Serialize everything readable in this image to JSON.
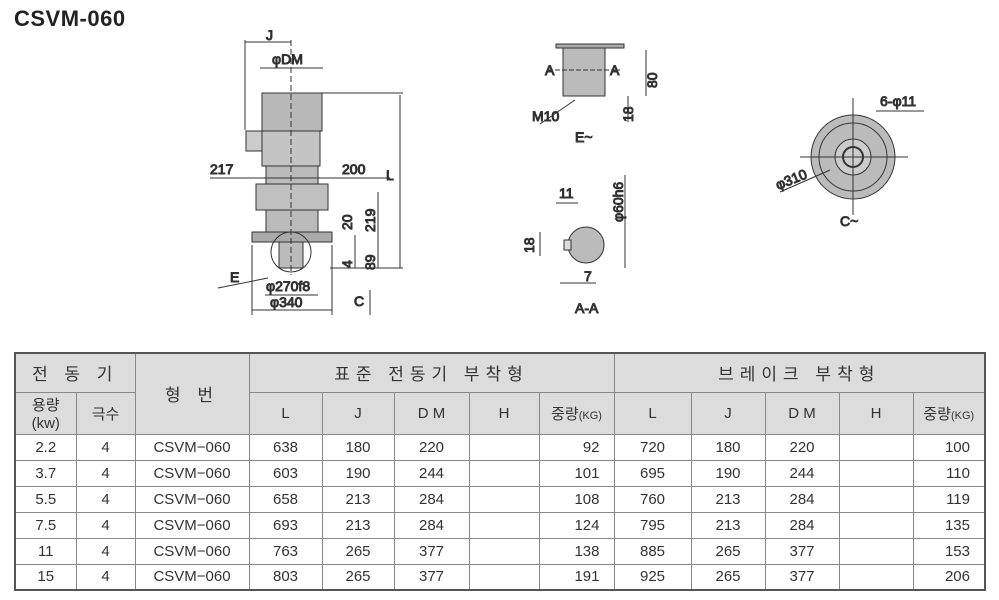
{
  "title": "CSVM-060",
  "drawing": {
    "main": {
      "j": "J",
      "dm": "φDM",
      "d217": "217",
      "d200": "200",
      "d20": "20",
      "d219": "219",
      "d4": "4",
      "d89": "89",
      "l": "L",
      "e": "E",
      "d270": "φ270f8",
      "d340": "φ340",
      "c": "C"
    },
    "detail_e": {
      "a_left": "A",
      "a_right": "A",
      "d80": "80",
      "d18": "18",
      "m10": "M10",
      "caption": "E~"
    },
    "section_aa": {
      "d11": "11",
      "d60": "φ60h6",
      "d18": "18",
      "d7": "7",
      "caption": "A-A"
    },
    "view_c": {
      "holes": "6-φ11",
      "d310": "φ310",
      "caption": "C~"
    }
  },
  "table": {
    "motor": "전 동 기",
    "model": "형 번",
    "standard": "표준 전동기 부착형",
    "brake": "브레이크 부착형",
    "capacity": "용량",
    "capacity_unit": "(kw)",
    "poles": "극수",
    "cols": [
      "L",
      "J",
      "D M",
      "H"
    ],
    "weight": "중량",
    "weight_unit": "(KG)",
    "rows": [
      [
        "2.2",
        "4",
        "CSVM−060",
        "638",
        "180",
        "220",
        "",
        "92",
        "720",
        "180",
        "220",
        "",
        "100"
      ],
      [
        "3.7",
        "4",
        "CSVM−060",
        "603",
        "190",
        "244",
        "",
        "101",
        "695",
        "190",
        "244",
        "",
        "110"
      ],
      [
        "5.5",
        "4",
        "CSVM−060",
        "658",
        "213",
        "284",
        "",
        "108",
        "760",
        "213",
        "284",
        "",
        "119"
      ],
      [
        "7.5",
        "4",
        "CSVM−060",
        "693",
        "213",
        "284",
        "",
        "124",
        "795",
        "213",
        "284",
        "",
        "135"
      ],
      [
        "11",
        "4",
        "CSVM−060",
        "763",
        "265",
        "377",
        "",
        "138",
        "885",
        "265",
        "377",
        "",
        "153"
      ],
      [
        "15",
        "4",
        "CSVM−060",
        "803",
        "265",
        "377",
        "",
        "191",
        "925",
        "265",
        "377",
        "",
        "206"
      ]
    ]
  }
}
